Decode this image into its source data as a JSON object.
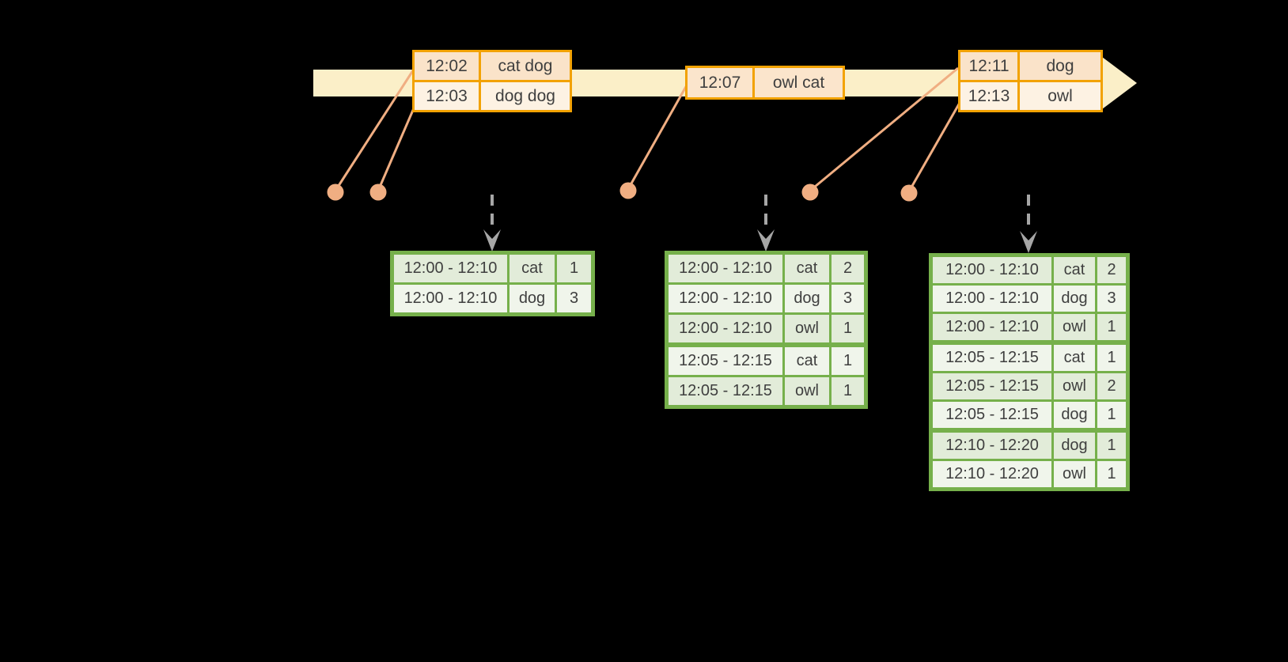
{
  "colors": {
    "background": "#000000",
    "timeline-fill": "#FBEFC8",
    "event-border": "#F2A202",
    "event-row-dark": "#FAE3C9",
    "event-row-light": "#FDF2E3",
    "event-row-mid": "#FBE5CC",
    "connector": "#F0AE82",
    "result-border": "#76B04B",
    "result-row-dark": "#E2ECD9",
    "result-row-light": "#F0F5EB",
    "arrow-gray": "#A6A6A6",
    "text": "#3F3F3F"
  },
  "icons": {
    "timeline": "thick-right-arrow",
    "event_marker": "event-dot",
    "trigger": "dashed-down-arrow"
  },
  "event_tables": [
    {
      "rows": [
        {
          "time": "12:02",
          "words": "cat dog"
        },
        {
          "time": "12:03",
          "words": "dog dog"
        }
      ]
    },
    {
      "rows": [
        {
          "time": "12:07",
          "words": "owl cat"
        }
      ]
    },
    {
      "rows": [
        {
          "time": "12:11",
          "words": "dog"
        },
        {
          "time": "12:13",
          "words": "owl"
        }
      ]
    }
  ],
  "result_tables": [
    {
      "rows": [
        {
          "window": "12:00 - 12:10",
          "word": "cat",
          "count": "1"
        },
        {
          "window": "12:00 - 12:10",
          "word": "dog",
          "count": "3"
        }
      ]
    },
    {
      "rows": [
        {
          "window": "12:00 - 12:10",
          "word": "cat",
          "count": "2"
        },
        {
          "window": "12:00 - 12:10",
          "word": "dog",
          "count": "3"
        },
        {
          "window": "12:00 - 12:10",
          "word": "owl",
          "count": "1"
        },
        {
          "window": "12:05 - 12:15",
          "word": "cat",
          "count": "1"
        },
        {
          "window": "12:05 - 12:15",
          "word": "owl",
          "count": "1"
        }
      ]
    },
    {
      "rows": [
        {
          "window": "12:00 - 12:10",
          "word": "cat",
          "count": "2"
        },
        {
          "window": "12:00 - 12:10",
          "word": "dog",
          "count": "3"
        },
        {
          "window": "12:00 - 12:10",
          "word": "owl",
          "count": "1"
        },
        {
          "window": "12:05 - 12:15",
          "word": "cat",
          "count": "1"
        },
        {
          "window": "12:05 - 12:15",
          "word": "owl",
          "count": "2"
        },
        {
          "window": "12:05 - 12:15",
          "word": "dog",
          "count": "1"
        },
        {
          "window": "12:10 - 12:20",
          "word": "dog",
          "count": "1"
        },
        {
          "window": "12:10 - 12:20",
          "word": "owl",
          "count": "1"
        }
      ]
    }
  ]
}
